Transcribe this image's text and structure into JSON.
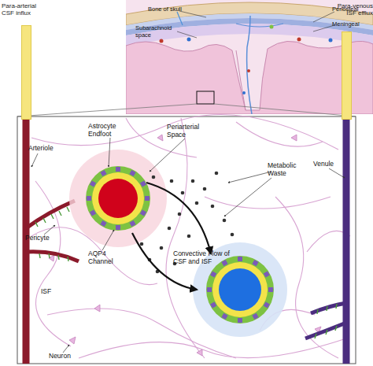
{
  "diagram": {
    "nodes": [
      {
        "text": [
          "Para-arterial CSF influx"
        ]
      },
      {
        "text": [
          "Para-venous ISF efflux"
        ]
      }
    ],
    "labels": [
      "Bone of skull",
      "Periosteal",
      "Meningeal",
      "Subarachnoid space",
      "Arteriole",
      "Astrocyte Endfoot",
      "Periarterial Space",
      "Metabolic Waste",
      "Pericyte",
      "AQP4 Channel",
      "Convective Flow of CSF and ISF",
      "ISF",
      "Venule",
      "Neuron"
    ]
  }
}
